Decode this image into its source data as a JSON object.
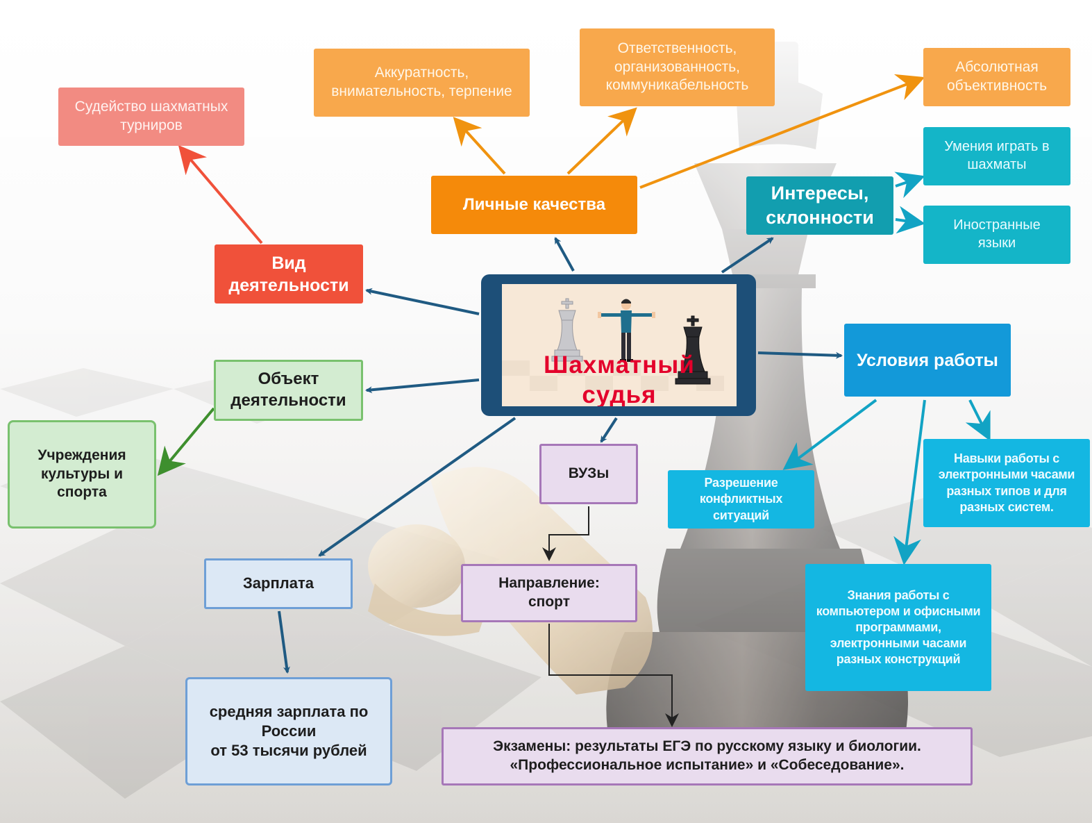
{
  "center": {
    "title": "Шахматный\nсудья"
  },
  "nodes": {
    "vid_deyatelnosti": "Вид\nдеятельности",
    "sudeystvo": "Судейство шахматных\nтурниров",
    "lichnye_kachestva": "Личные качества",
    "akkuratnost": "Аккуратность,\nвнимательность, терпение",
    "otvetstvennost": "Ответственность,\nорганизованность,\nкоммуникабельность",
    "absolyutnaya": "Абсолютная\nобъективность",
    "interesy": "Интересы,\nсклонности",
    "umeniya": "Умения играть в\nшахматы",
    "inostrannye": "Иностранные\nязыки",
    "usloviya": "Условия работы",
    "navyki": "Навыки работы с\nэлектронными часами\nразных типов и для\nразных систем.",
    "razreshenie": "Разрешение\nконфликтных\nситуаций",
    "znaniya": "Знания работы с\nкомпьютером и офисными\nпрограммами,\nэлектронными часами\nразных конструкций",
    "obekt": "Объект\nдеятельности",
    "uchrezhdeniya": "Учреждения\nкультуры и\nспорта",
    "vuzy": "ВУЗы",
    "napravlenie": "Направление:\nспорт",
    "ekzameny": "Экзамены: результаты ЕГЭ по русскому языку и биологии.\n«Профессиональное испытание» и «Собеседование».",
    "zarplata": "Зарплата",
    "srednyaya": "средняя зарплата по\nРоссии\nот 53 тысячи рублей"
  },
  "colors": {
    "orange": "#f8a84c",
    "orange_strong": "#f58a0a",
    "salmon": "#f28b82",
    "red": "#f0513a",
    "teal": "#14b5c8",
    "teal_strong": "#129eaf",
    "blue": "#1399d9",
    "cyan": "#14b7e2",
    "green_fill": "#d3ecd1",
    "green_border": "#79c16e",
    "lightblue_fill": "#dce8f5",
    "lightblue_border": "#6e9fd6",
    "lilac_fill": "#e9dcee",
    "lilac_border": "#a677b8",
    "center_frame": "#1d4f78",
    "center_title": "#e3002b",
    "arrow_dark": "#1f5a82",
    "arrow_orange": "#f0930f",
    "arrow_red": "#f0513a",
    "arrow_green": "#3e8f2e",
    "arrow_teal": "#12a3c4"
  },
  "icons": [
    "white-king-icon",
    "black-king-icon",
    "referee-person-icon",
    "chess-king-background",
    "chess-pawn-background",
    "chessboard-background"
  ]
}
